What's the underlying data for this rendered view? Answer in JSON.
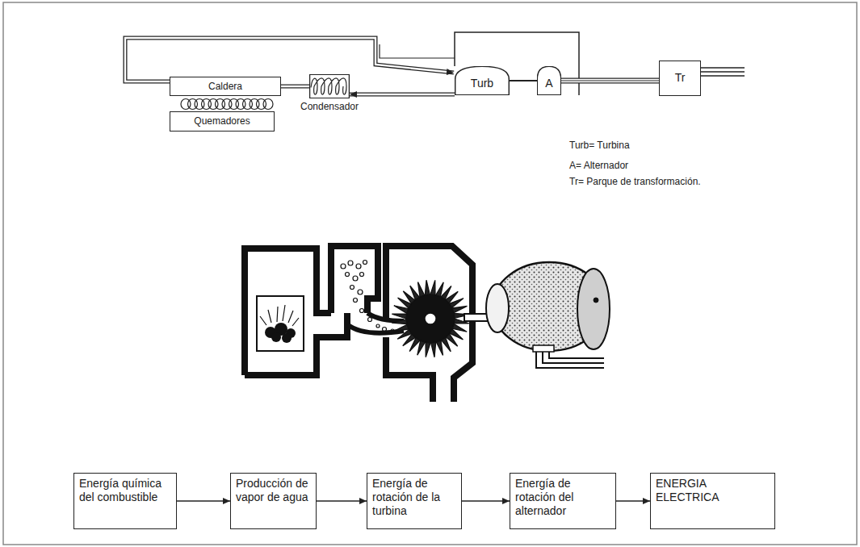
{
  "diagram": {
    "nodes": [
      {
        "text": [
          "Caldera"
        ]
      },
      {
        "text": [
          "Quemadores"
        ]
      },
      {
        "text": [
          "Condensador"
        ]
      },
      {
        "text": [
          "Turb"
        ]
      },
      {
        "text": [
          "A"
        ]
      },
      {
        "text": [
          "Tr"
        ]
      },
      {
        "text": [
          "Energía química del combustible"
        ]
      },
      {
        "text": [
          "Producción de vapor de agua"
        ]
      },
      {
        "text": [
          "Energía de rotación de la turbina"
        ]
      },
      {
        "text": [
          "Energía de rotación del alternador"
        ]
      },
      {
        "text": [
          "ENERGIA ELECTRICA"
        ]
      }
    ],
    "edges": [
      {
        "from": 0,
        "to": 3,
        "arrow": "to"
      },
      {
        "from": 3,
        "to": 2,
        "arrow": "to"
      },
      {
        "from": 2,
        "to": 0,
        "arrow": "none"
      },
      {
        "from": 3,
        "to": 4,
        "arrow": "none"
      },
      {
        "from": 4,
        "to": 5,
        "arrow": "none"
      },
      {
        "from": 6,
        "to": 7,
        "arrow": "to"
      },
      {
        "from": 7,
        "to": 8,
        "arrow": "to"
      },
      {
        "from": 8,
        "to": 9,
        "arrow": "to"
      },
      {
        "from": 9,
        "to": 10,
        "arrow": "to"
      }
    ],
    "labels": [
      "Turb= Turbina",
      "A= Alternador",
      "Tr= Parque de transformación."
    ]
  }
}
